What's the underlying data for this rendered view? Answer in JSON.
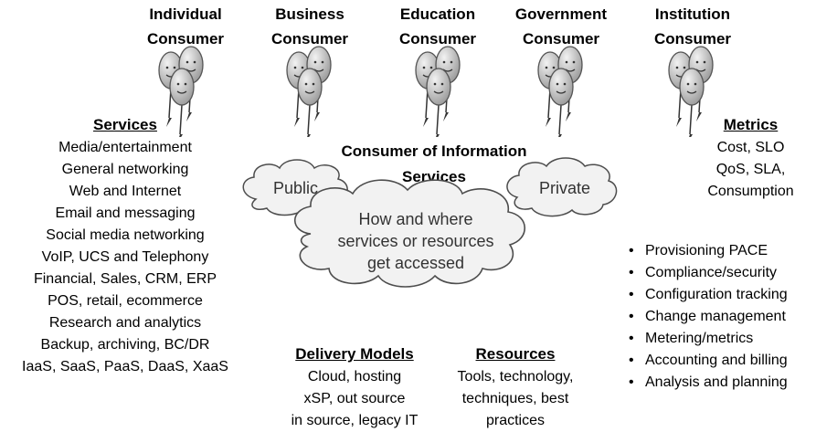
{
  "consumers": [
    {
      "line1": "Individual",
      "line2": "Consumer"
    },
    {
      "line1": "Business",
      "line2": "Consumer"
    },
    {
      "line1": "Education",
      "line2": "Consumer"
    },
    {
      "line1": "Government",
      "line2": "Consumer"
    },
    {
      "line1": "Institution",
      "line2": "Consumer"
    }
  ],
  "services": {
    "title": "Services",
    "items": [
      "Media/entertainment",
      "General networking",
      "Web and Internet",
      "Email and messaging",
      "Social media networking",
      "VoIP, UCS and Telephony",
      "Financial, Sales, CRM, ERP",
      "POS, retail, ecommerce",
      "Research and analytics",
      "Backup, archiving, BC/DR",
      "IaaS, SaaS, PaaS, DaaS, XaaS"
    ]
  },
  "center": {
    "title_line1": "Consumer of Information",
    "title_line2": "Services",
    "public": "Public",
    "private": "Private",
    "main_line1": "How and where",
    "main_line2": "services or resources",
    "main_line3": "get accessed"
  },
  "metrics": {
    "title": "Metrics",
    "items": [
      "Cost, SLO",
      "QoS, SLA,",
      "Consumption"
    ]
  },
  "checklist": [
    "Provisioning PACE",
    "Compliance/security",
    "Configuration tracking",
    "Change management",
    "Metering/metrics",
    "Accounting and billing",
    "Analysis and planning"
  ],
  "delivery": {
    "title": "Delivery Models",
    "items": [
      "Cloud, hosting",
      "xSP, out source",
      "in source, legacy IT"
    ]
  },
  "resources": {
    "title": "Resources",
    "items": [
      "Tools, technology,",
      "techniques, best",
      "practices"
    ]
  },
  "colors": {
    "balloon_fill": "#c8c8c8",
    "balloon_stroke": "#555555",
    "cloud_fill": "#f2f2f2",
    "cloud_stroke": "#4d4d4d"
  }
}
